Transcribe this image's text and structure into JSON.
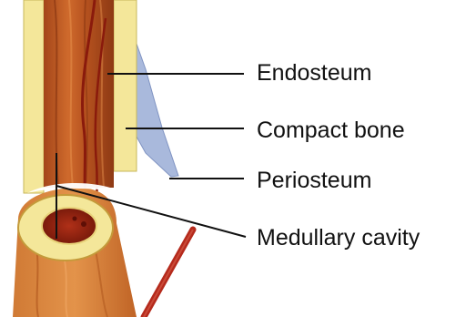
{
  "diagram": {
    "labels": {
      "endosteum": "Endosteum",
      "compact_bone": "Compact bone",
      "periosteum": "Periosteum",
      "medullary_cavity": "Medullary cavity"
    },
    "colors": {
      "bone_yellow": "#f4e79a",
      "muscle_dark": "#b4531f",
      "muscle_light": "#d8793a",
      "marrow_red": "#9c1e10",
      "periosteum_blue": "#a9b9dc",
      "vessel_red": "#b52a1c",
      "leader_line": "#111111"
    }
  }
}
